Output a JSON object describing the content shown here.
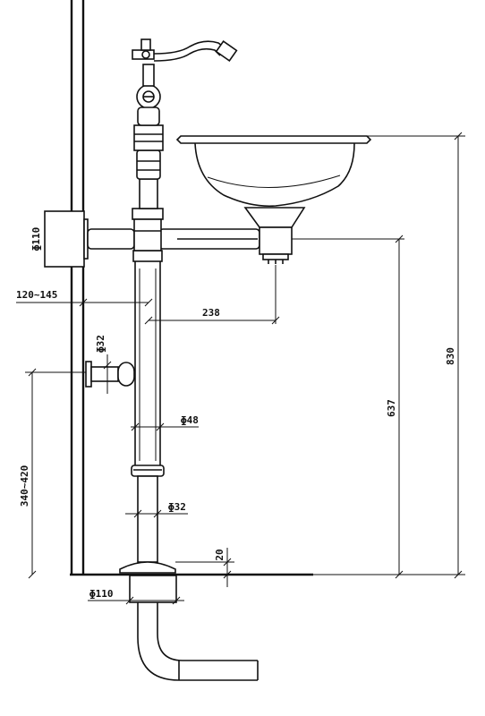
{
  "dimensions": {
    "floor_drain_diameter": "ɸ110",
    "wall_flange_diameter": "ɸ110",
    "wall_offset": "120~145",
    "bowl_offset": "238",
    "valve_diameter": "ɸ32",
    "pipe_diameter": "ɸ48",
    "lower_pipe_diameter": "ɸ32",
    "valve_height": "340~420",
    "base_height": "20",
    "outlet_height": "637",
    "overall_height": "830"
  }
}
